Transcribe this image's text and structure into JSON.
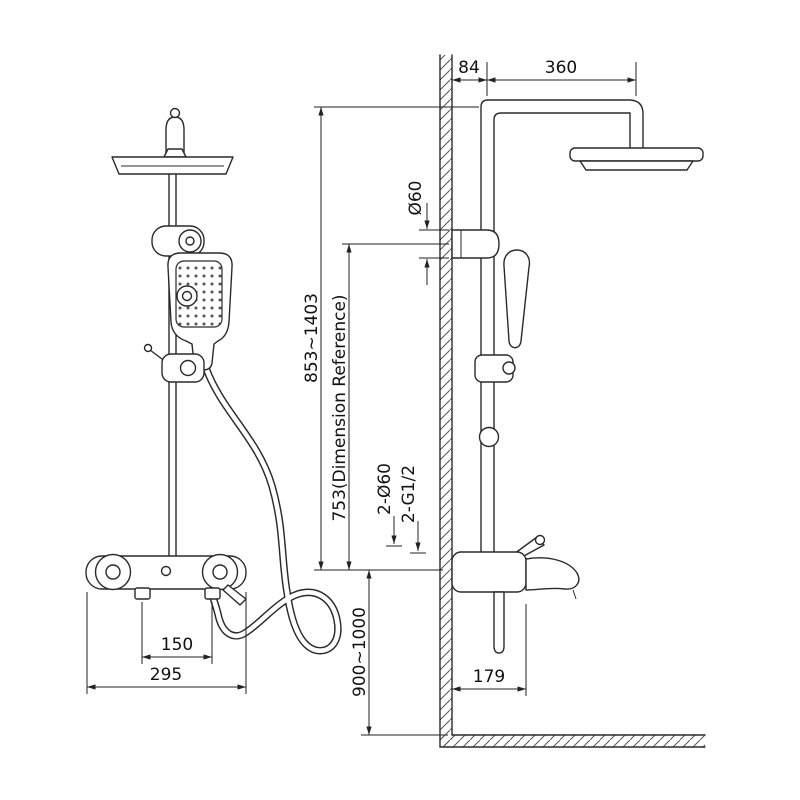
{
  "drawing": {
    "type": "shower-column-technical-drawing",
    "line_color": "#2a2a2a",
    "background": "#ffffff"
  },
  "dimensions": {
    "wall_offset": "84",
    "arm_reach": "360",
    "bracket_diameter": "Ø60",
    "overall_height": "853~1403",
    "riser_height": "753(Dimension Reference)",
    "inlet_diameter": "2-Ø60",
    "inlet_thread": "2-G1/2",
    "install_height": "900~1000",
    "valve_depth": "179",
    "inlet_spacing": "150",
    "valve_width": "295"
  }
}
